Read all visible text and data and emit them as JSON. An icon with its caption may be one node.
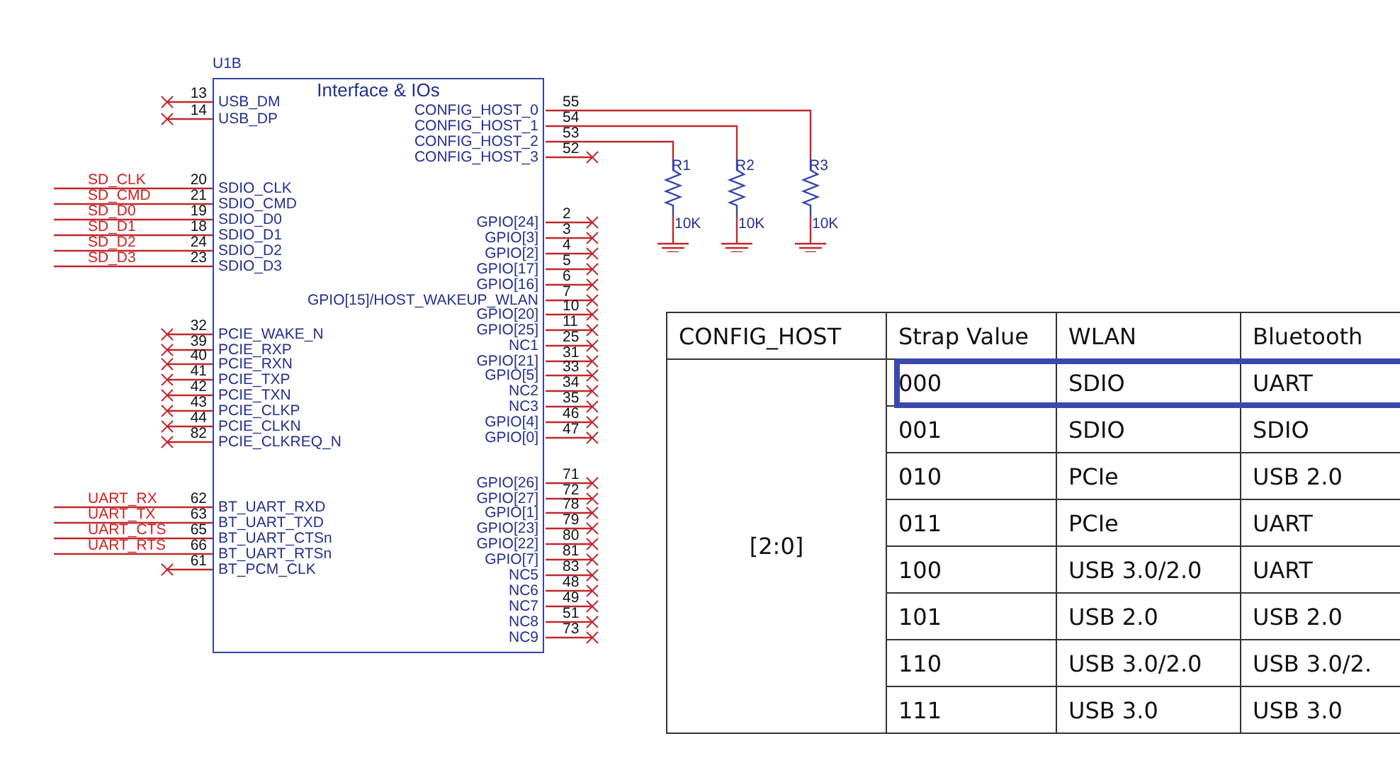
{
  "diagram": {
    "nodes": [
      {
        "text": [
          "U1B",
          "Interface & IOs"
        ]
      },
      {
        "text": [
          "R1",
          "10K"
        ]
      },
      {
        "text": [
          "R2",
          "10K"
        ]
      },
      {
        "text": [
          "R3",
          "10K"
        ]
      }
    ],
    "edges": [
      {
        "from": 0,
        "to": 3,
        "arrow": "none",
        "label": "55"
      },
      {
        "from": 0,
        "to": 2,
        "arrow": "none",
        "label": "54"
      },
      {
        "from": 0,
        "to": 1,
        "arrow": "none",
        "label": "53"
      }
    ],
    "labels": [
      "USB_DM",
      "13",
      "USB_DP",
      "14",
      "SDIO_CLK",
      "20",
      "SD_CLK",
      "SDIO_CMD",
      "21",
      "SD_CMD",
      "SDIO_D0",
      "19",
      "SD_D0",
      "SDIO_D1",
      "18",
      "SD_D1",
      "SDIO_D2",
      "24",
      "SD_D2",
      "SDIO_D3",
      "23",
      "SD_D3",
      "PCIE_WAKE_N",
      "32",
      "PCIE_RXP",
      "39",
      "PCIE_RXN",
      "40",
      "PCIE_TXP",
      "41",
      "PCIE_TXN",
      "42",
      "PCIE_CLKP",
      "43",
      "PCIE_CLKN",
      "44",
      "PCIE_CLKREQ_N",
      "82",
      "BT_UART_RXD",
      "62",
      "UART_RX",
      "BT_UART_TXD",
      "63",
      "UART_TX",
      "BT_UART_CTSn",
      "65",
      "UART_CTS",
      "BT_UART_RTSn",
      "66",
      "UART_RTS",
      "BT_PCM_CLK",
      "61",
      "CONFIG_HOST_0",
      "CONFIG_HOST_1",
      "CONFIG_HOST_2",
      "CONFIG_HOST_3",
      "52",
      "GPIO[24]",
      "2",
      "GPIO[3]",
      "3",
      "GPIO[2]",
      "4",
      "GPIO[17]",
      "5",
      "GPIO[16]",
      "6",
      "GPIO[15]/HOST_WAKEUP_WLAN",
      "7",
      "GPIO[20]",
      "10",
      "GPIO[25]",
      "11",
      "NC1",
      "25",
      "GPIO[21]",
      "31",
      "GPIO[5]",
      "33",
      "NC2",
      "34",
      "NC3",
      "35",
      "GPIO[4]",
      "46",
      "GPIO[0]",
      "47",
      "GPIO[26]",
      "71",
      "GPIO[27]",
      "72",
      "GPIO[1]",
      "78",
      "GPIO[23]",
      "79",
      "GPIO[22]",
      "80",
      "GPIO[7]",
      "81",
      "NC5",
      "83",
      "NC6",
      "48",
      "NC7",
      "49",
      "NC8",
      "51",
      "NC9",
      "73",
      "CONFIG_HOST",
      "Strap Value",
      "WLAN",
      "Bluetooth",
      "[2:0]",
      "000",
      "SDIO",
      "UART",
      "001",
      "SDIO",
      "SDIO",
      "010",
      "PCIe",
      "USB 2.0",
      "011",
      "PCIe",
      "UART",
      "100",
      "USB 3.0/2.0",
      "UART",
      "101",
      "USB 2.0",
      "USB 2.0",
      "110",
      "USB 3.0/2.0",
      "USB 3.0/2.",
      "111",
      "USB 3.0",
      "USB 3.0"
    ]
  }
}
